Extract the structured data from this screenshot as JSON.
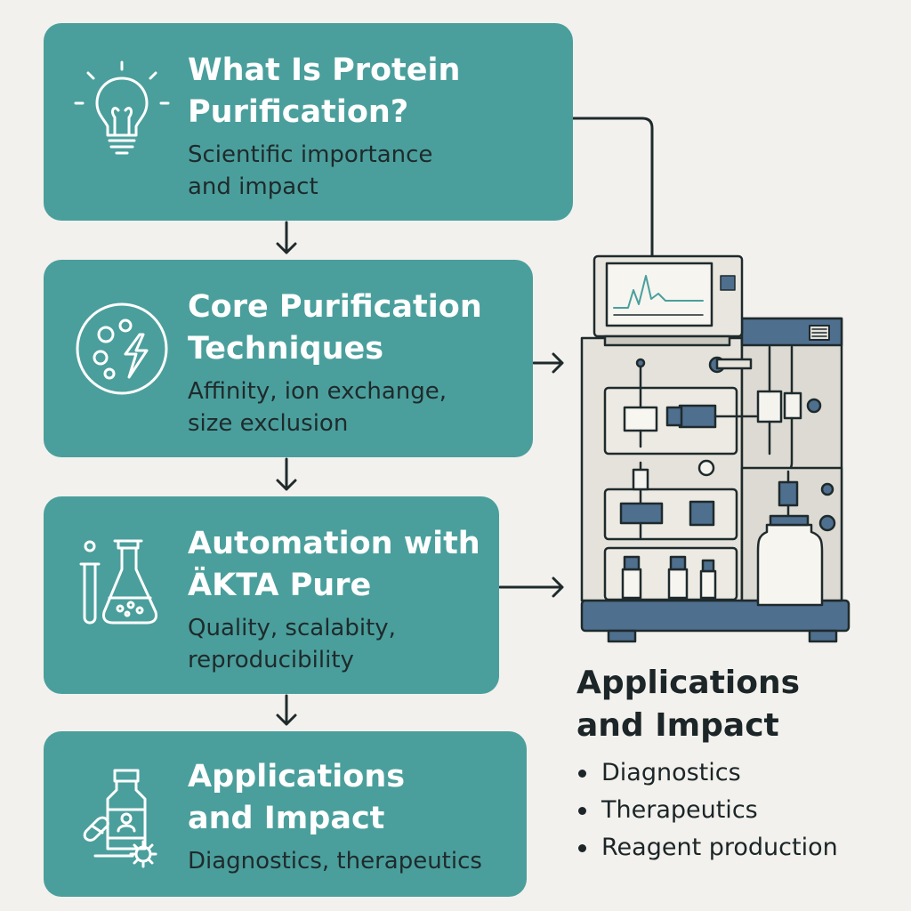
{
  "cards": [
    {
      "title": "What Is Protein\nPurification?",
      "subtitle": "Scientific importance\nand impact",
      "icon": "lightbulb-icon"
    },
    {
      "title": "Core Purification\nTechniques",
      "subtitle": "Affinity, ion exchange,\nsize exclusion",
      "icon": "molecules-bolt-icon"
    },
    {
      "title": "Automation with\nÄKTA Pure",
      "subtitle": "Quality, scalabity,\nreproducibility",
      "icon": "flask-testtube-icon"
    },
    {
      "title": "Applications\nand Impact",
      "subtitle": "Diagnostics, therapeutics",
      "icon": "bottle-pill-gear-icon"
    }
  ],
  "side_panel": {
    "title": "Applications\nand Impact",
    "items": [
      "Diagnostics",
      "Therapeutics",
      "Reagent production"
    ]
  },
  "colors": {
    "card": "#4a9f9c",
    "background": "#f2f1ed",
    "text_dark": "#1c2527",
    "machine_accent": "#4f6f8f"
  },
  "illustration": "akta-pure-chromatography-system"
}
